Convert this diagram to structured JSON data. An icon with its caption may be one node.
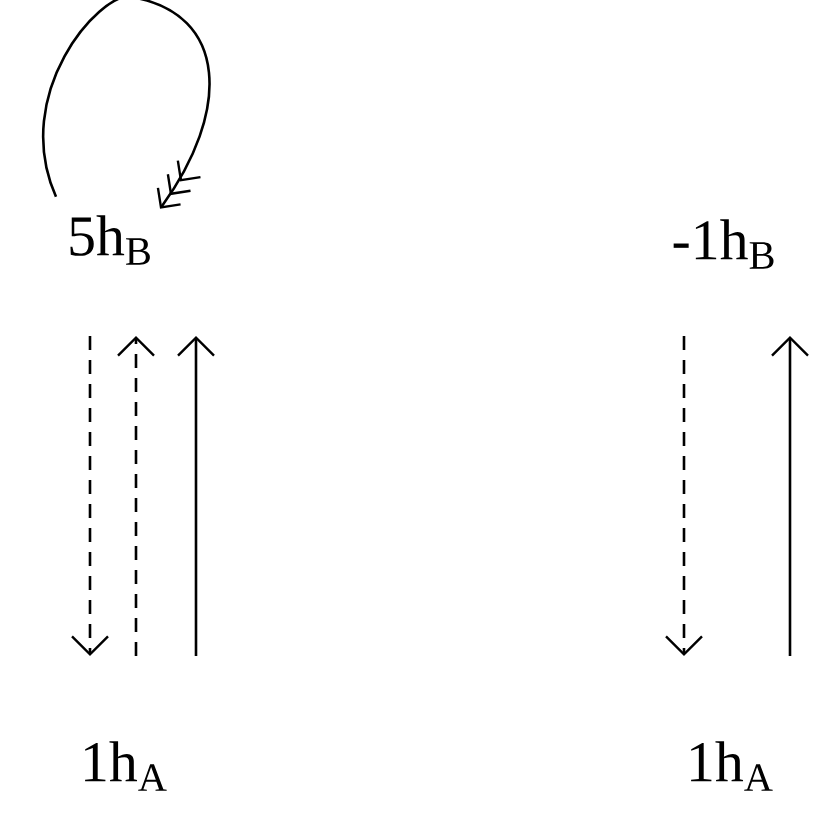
{
  "diagram": {
    "nodes": [
      {
        "text": [
          "5h$_{B}$"
        ]
      },
      {
        "text": [
          "-1h$_{B}$"
        ]
      },
      {
        "text": [
          "1h$_{A}$"
        ]
      },
      {
        "text": [
          "1h$_{A}$"
        ]
      }
    ],
    "edges": [
      {
        "from": 0,
        "to": 0,
        "arrow": "to"
      },
      {
        "from": 0,
        "to": 2,
        "arrow": "to",
        "style": "dashed"
      },
      {
        "from": 2,
        "to": 0,
        "arrow": "to",
        "style": "dashed"
      },
      {
        "from": 2,
        "to": 0,
        "arrow": "to"
      },
      {
        "from": 1,
        "to": 3,
        "arrow": "to",
        "style": "dashed"
      },
      {
        "from": 3,
        "to": 1,
        "arrow": "to"
      }
    ]
  }
}
